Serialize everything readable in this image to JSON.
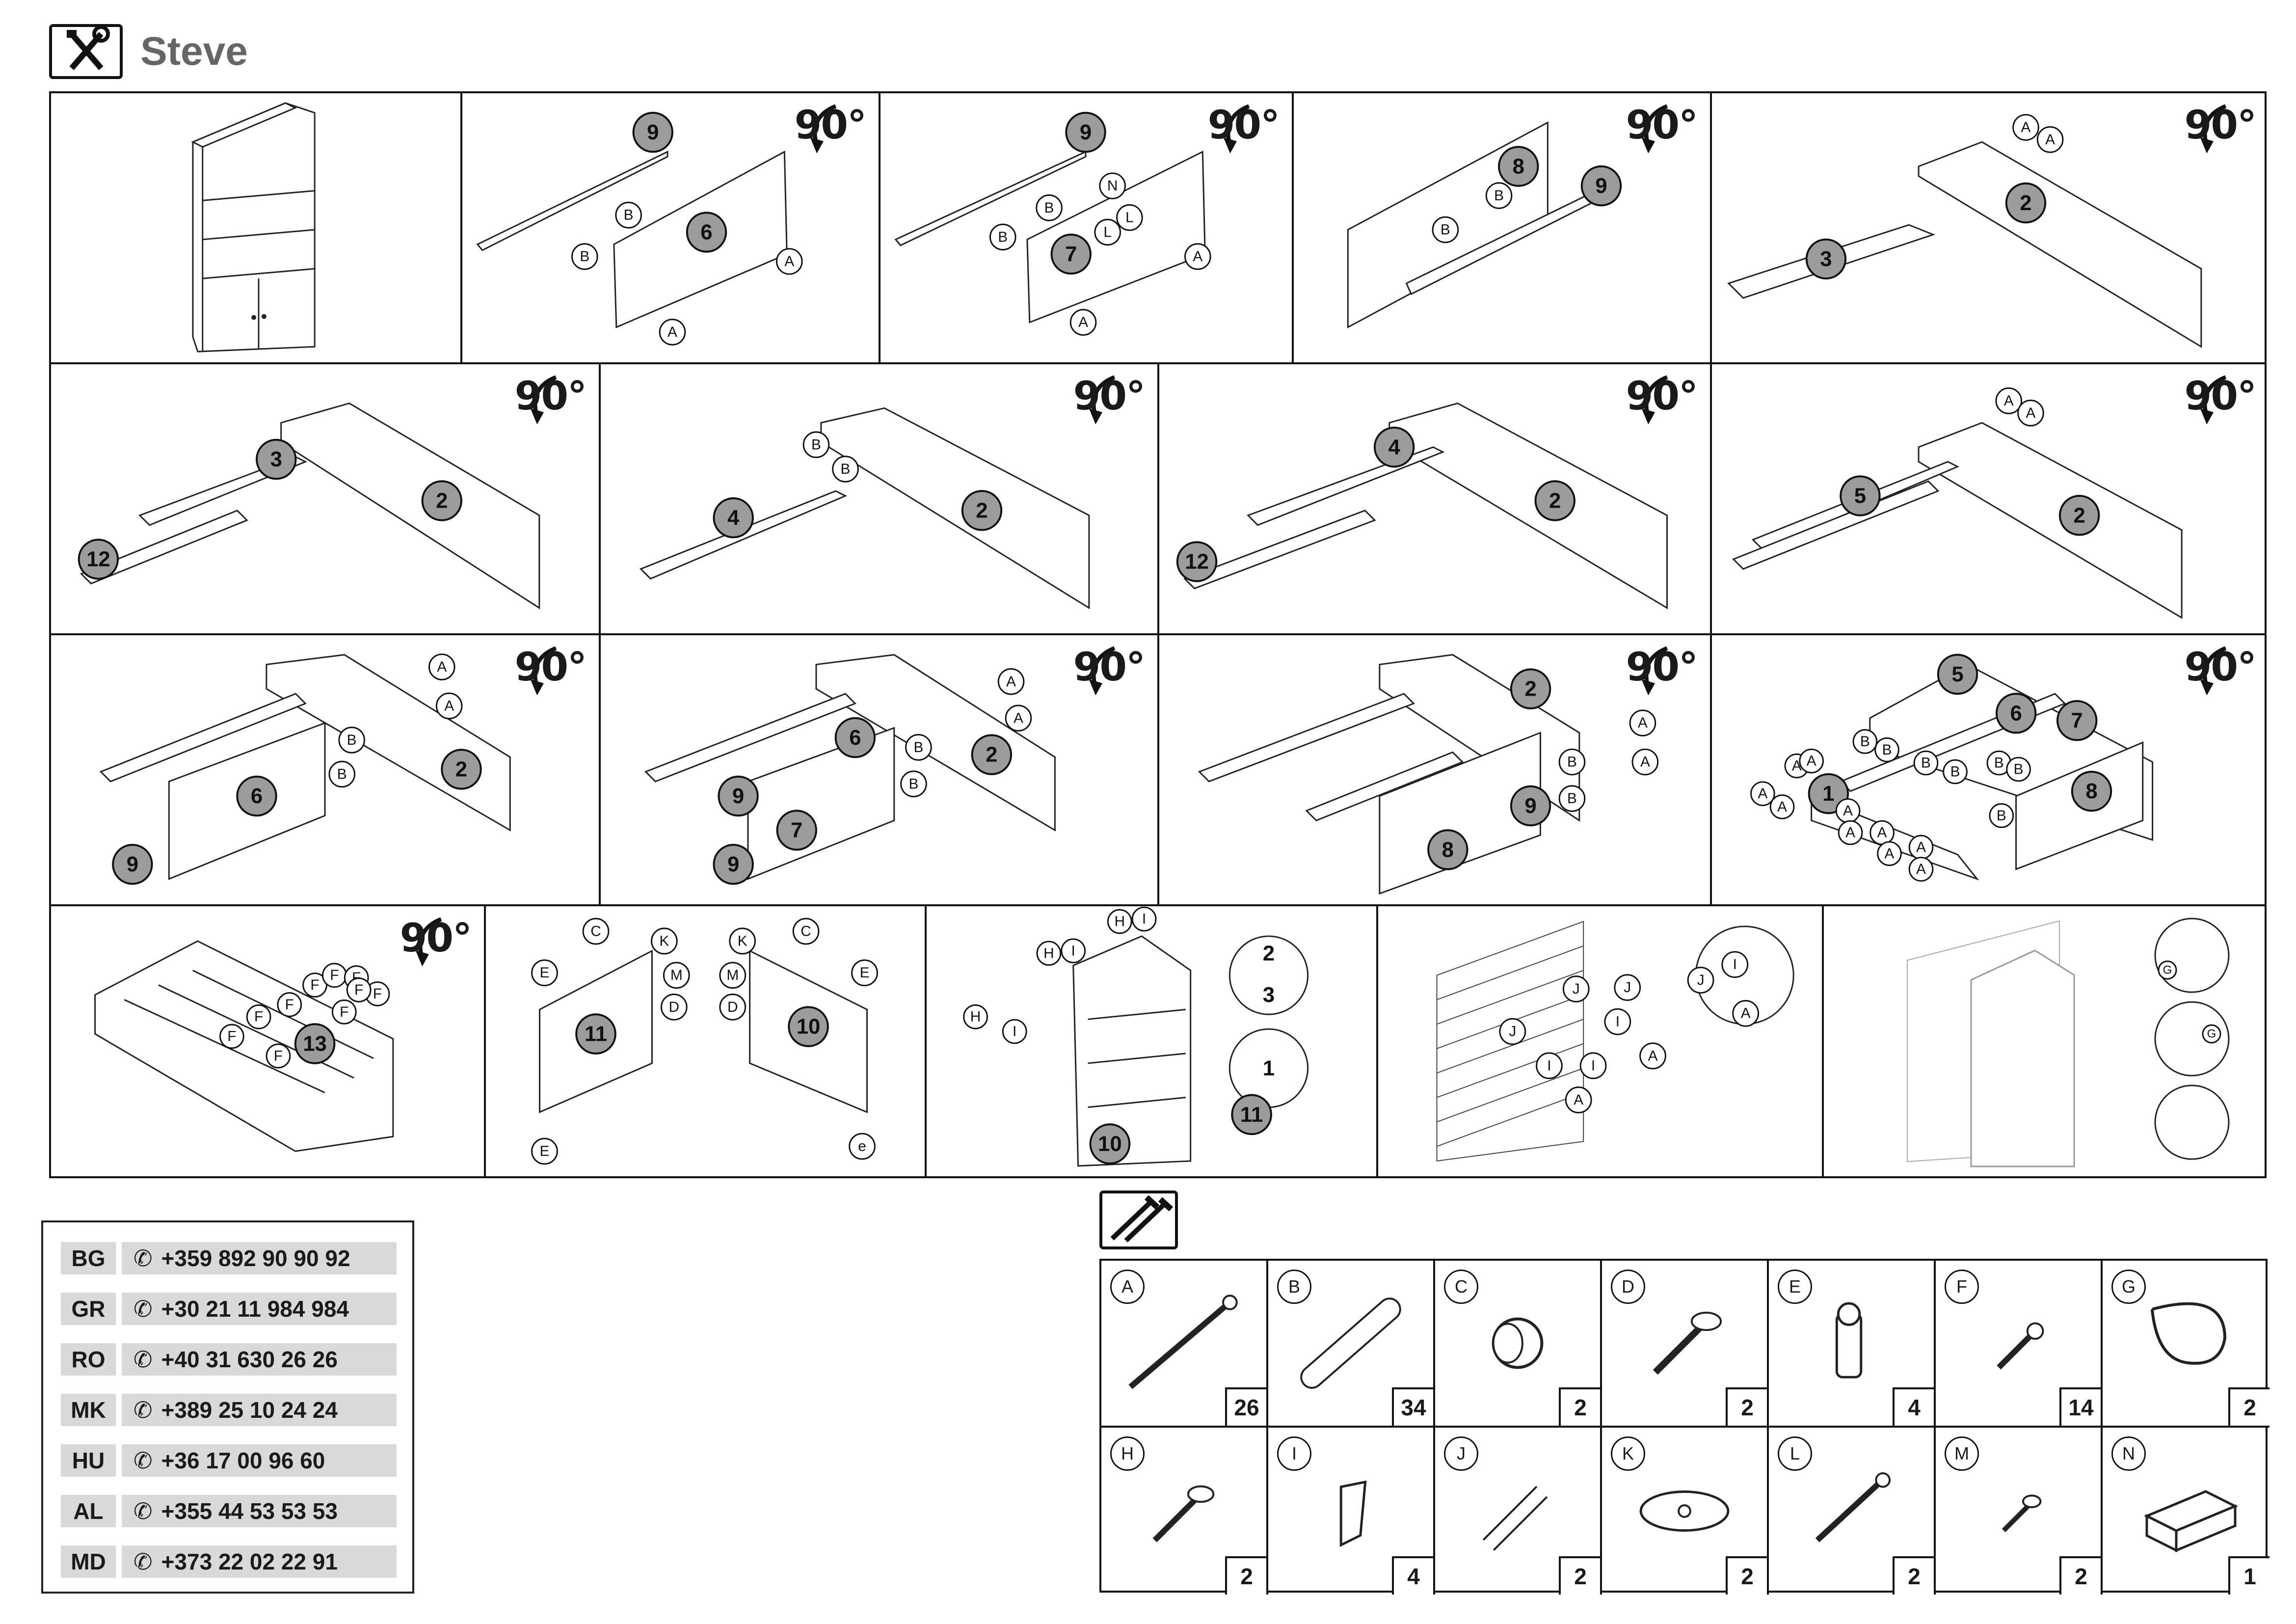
{
  "header": {
    "tool_icon": "screwdriver-wrench-icon",
    "title": "Steve"
  },
  "rotation_label": "90°",
  "steps": [
    {
      "parts": [],
      "hardware": []
    },
    {
      "parts": [
        "9",
        "6"
      ],
      "hardware": [
        "B",
        "B",
        "A",
        "A"
      ]
    },
    {
      "parts": [
        "9",
        "7"
      ],
      "hardware": [
        "B",
        "B",
        "N",
        "L",
        "L",
        "A",
        "A"
      ]
    },
    {
      "parts": [
        "8",
        "9"
      ],
      "hardware": [
        "B",
        "B"
      ]
    },
    {
      "parts": [
        "2",
        "3"
      ],
      "hardware": [
        "A",
        "A"
      ]
    },
    {
      "parts": [
        "3",
        "2",
        "12"
      ],
      "hardware": []
    },
    {
      "parts": [
        "4",
        "2"
      ],
      "hardware": [
        "B",
        "B"
      ]
    },
    {
      "parts": [
        "4",
        "2",
        "12"
      ],
      "hardware": []
    },
    {
      "parts": [
        "5",
        "2"
      ],
      "hardware": [
        "A",
        "A"
      ]
    },
    {
      "parts": [
        "6",
        "2",
        "9"
      ],
      "hardware": [
        "A",
        "A",
        "B",
        "B"
      ]
    },
    {
      "parts": [
        "6",
        "2",
        "9",
        "7",
        "9"
      ],
      "hardware": [
        "A",
        "A",
        "B",
        "B"
      ]
    },
    {
      "parts": [
        "2",
        "9",
        "8"
      ],
      "hardware": [
        "A",
        "A",
        "B",
        "B"
      ]
    },
    {
      "parts": [
        "5",
        "6",
        "7",
        "1",
        "8"
      ],
      "hardware": [
        "B",
        "B",
        "B",
        "B",
        "B",
        "B",
        "B",
        "A",
        "A",
        "A",
        "A",
        "A",
        "A",
        "A",
        "A",
        "A",
        "A"
      ]
    },
    {
      "parts": [
        "13"
      ],
      "hardware": [
        "F",
        "F",
        "F",
        "F",
        "F",
        "F",
        "F",
        "F",
        "F",
        "F"
      ]
    },
    {
      "parts": [
        "11",
        "10"
      ],
      "hardware": [
        "C",
        "K",
        "E",
        "M",
        "D",
        "E",
        "K",
        "C",
        "M",
        "D",
        "E",
        "e"
      ]
    },
    {
      "parts": [
        "10",
        "11"
      ],
      "hardware": [
        "H",
        "I",
        "H",
        "I",
        "H",
        "I"
      ],
      "labels": [
        "2",
        "3",
        "1"
      ]
    },
    {
      "parts": [],
      "hardware": [
        "J",
        "I",
        "J",
        "I",
        "A",
        "J",
        "I",
        "A",
        "J",
        "I",
        "A"
      ]
    },
    {
      "parts": [],
      "hardware": [
        "G",
        "G"
      ]
    }
  ],
  "contacts": [
    {
      "country": "BG",
      "phone": "+359 892 90 90 92"
    },
    {
      "country": "GR",
      "phone": "+30 21 11 984 984"
    },
    {
      "country": "RO",
      "phone": "+40 31 630 26 26"
    },
    {
      "country": "MK",
      "phone": "+389 25 10 24 24"
    },
    {
      "country": "HU",
      "phone": "+36 17 00 96 60"
    },
    {
      "country": "AL",
      "phone": "+355 44 53 53 53"
    },
    {
      "country": "MD",
      "phone": "+373 22 02 22 91"
    }
  ],
  "phone_icon": "phone-handset-icon",
  "hardware_icon": "screws-icon",
  "hardware": [
    {
      "letter": "A",
      "qty": "26",
      "icon": "long-screw-icon"
    },
    {
      "letter": "B",
      "qty": "34",
      "icon": "wooden-dowel-icon"
    },
    {
      "letter": "C",
      "qty": "2",
      "icon": "knob-icon"
    },
    {
      "letter": "D",
      "qty": "2",
      "icon": "wood-screw-icon"
    },
    {
      "letter": "E",
      "qty": "4",
      "icon": "plastic-foot-icon"
    },
    {
      "letter": "F",
      "qty": "14",
      "icon": "short-screw-icon"
    },
    {
      "letter": "G",
      "qty": "2",
      "icon": "strap-icon"
    },
    {
      "letter": "H",
      "qty": "2",
      "icon": "screw-icon"
    },
    {
      "letter": "I",
      "qty": "4",
      "icon": "bracket-icon"
    },
    {
      "letter": "J",
      "qty": "2",
      "icon": "wall-plug-icon"
    },
    {
      "letter": "K",
      "qty": "2",
      "icon": "washer-plate-icon"
    },
    {
      "letter": "L",
      "qty": "2",
      "icon": "long-screw-icon"
    },
    {
      "letter": "M",
      "qty": "2",
      "icon": "small-screw-icon"
    },
    {
      "letter": "N",
      "qty": "1",
      "icon": "magnet-catch-icon"
    }
  ]
}
